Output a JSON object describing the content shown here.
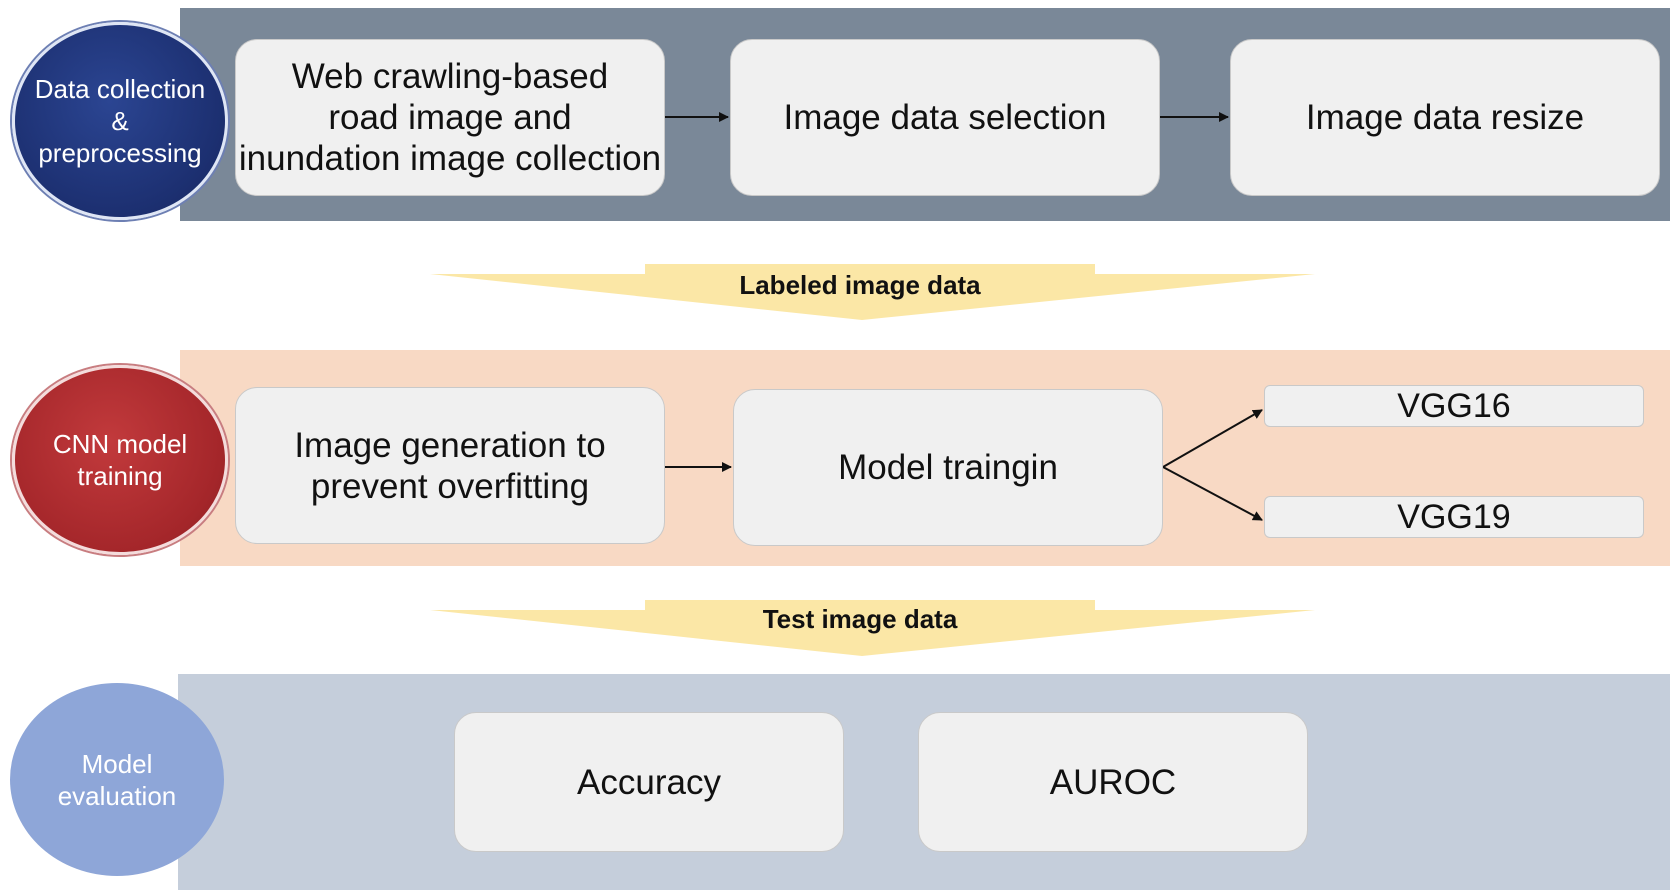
{
  "stages": {
    "collection": {
      "label": "Data collection\n&\npreprocessing"
    },
    "training": {
      "label": "CNN model\ntraining"
    },
    "evaluation": {
      "label": "Model\nevaluation"
    }
  },
  "steps": {
    "web_crawling": "Web crawling-based\nroad image and\ninundation image collection",
    "selection": "Image data selection",
    "resize": "Image data resize",
    "generation": "Image generation to\nprevent overfitting",
    "training": "Model traingin",
    "accuracy": "Accuracy",
    "auroc": "AUROC"
  },
  "models": [
    "VGG16",
    "VGG19"
  ],
  "transitions": {
    "labeled": "Labeled image data",
    "test": "Test image data"
  },
  "colors": {
    "band_collection": "#7a8898",
    "band_training": "#f8d9c4",
    "band_evaluation": "#c5cedb",
    "circle_collection": "#1c2f70",
    "circle_training": "#a4262a",
    "circle_evaluation": "#8ea6d8",
    "chevron": "#fbe7a6"
  }
}
